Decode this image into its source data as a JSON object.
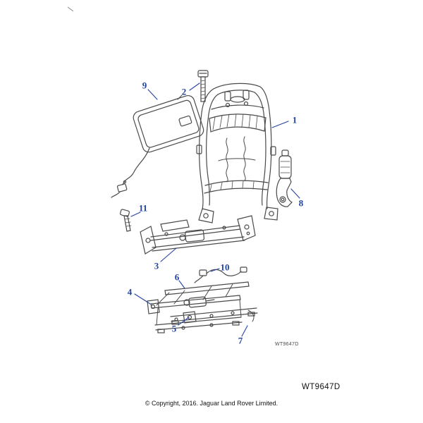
{
  "colors": {
    "callout_blue": "#2343a0",
    "line_art": "#4a4a4a"
  },
  "callouts": [
    {
      "label": "1"
    },
    {
      "label": "2"
    },
    {
      "label": "3"
    },
    {
      "label": "4"
    },
    {
      "label": "5"
    },
    {
      "label": "6"
    },
    {
      "label": "7"
    },
    {
      "label": "8"
    },
    {
      "label": "9"
    },
    {
      "label": "10"
    },
    {
      "label": "11"
    }
  ],
  "inline_code": "WT9647D",
  "footer": {
    "code": "WT9647D",
    "copyright": "© Copyright, 2016. Jaguar Land Rover Limited."
  }
}
